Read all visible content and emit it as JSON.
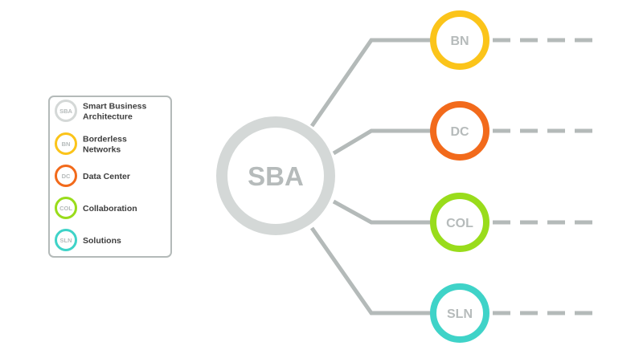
{
  "diagram": {
    "hub": {
      "label": "SBA",
      "color": "#d4d8d7"
    },
    "branches": [
      {
        "label": "BN",
        "color": "#fbc41a"
      },
      {
        "label": "DC",
        "color": "#f26a1b"
      },
      {
        "label": "COL",
        "color": "#99dc1b"
      },
      {
        "label": "SLN",
        "color": "#3fd3c8"
      }
    ],
    "connector_color": "#b4bab9"
  },
  "legend": {
    "border_color": "#b4bab9",
    "items": [
      {
        "abbr": "SBA",
        "lines": [
          "Smart Business",
          "Architecture"
        ],
        "color": "#d4d8d7"
      },
      {
        "abbr": "BN",
        "lines": [
          "Borderless",
          "Networks"
        ],
        "color": "#fbc41a"
      },
      {
        "abbr": "DC",
        "lines": [
          "Data Center"
        ],
        "color": "#f26a1b"
      },
      {
        "abbr": "COL",
        "lines": [
          "Collaboration"
        ],
        "color": "#99dc1b"
      },
      {
        "abbr": "SLN",
        "lines": [
          "Solutions"
        ],
        "color": "#3fd3c8"
      }
    ]
  }
}
